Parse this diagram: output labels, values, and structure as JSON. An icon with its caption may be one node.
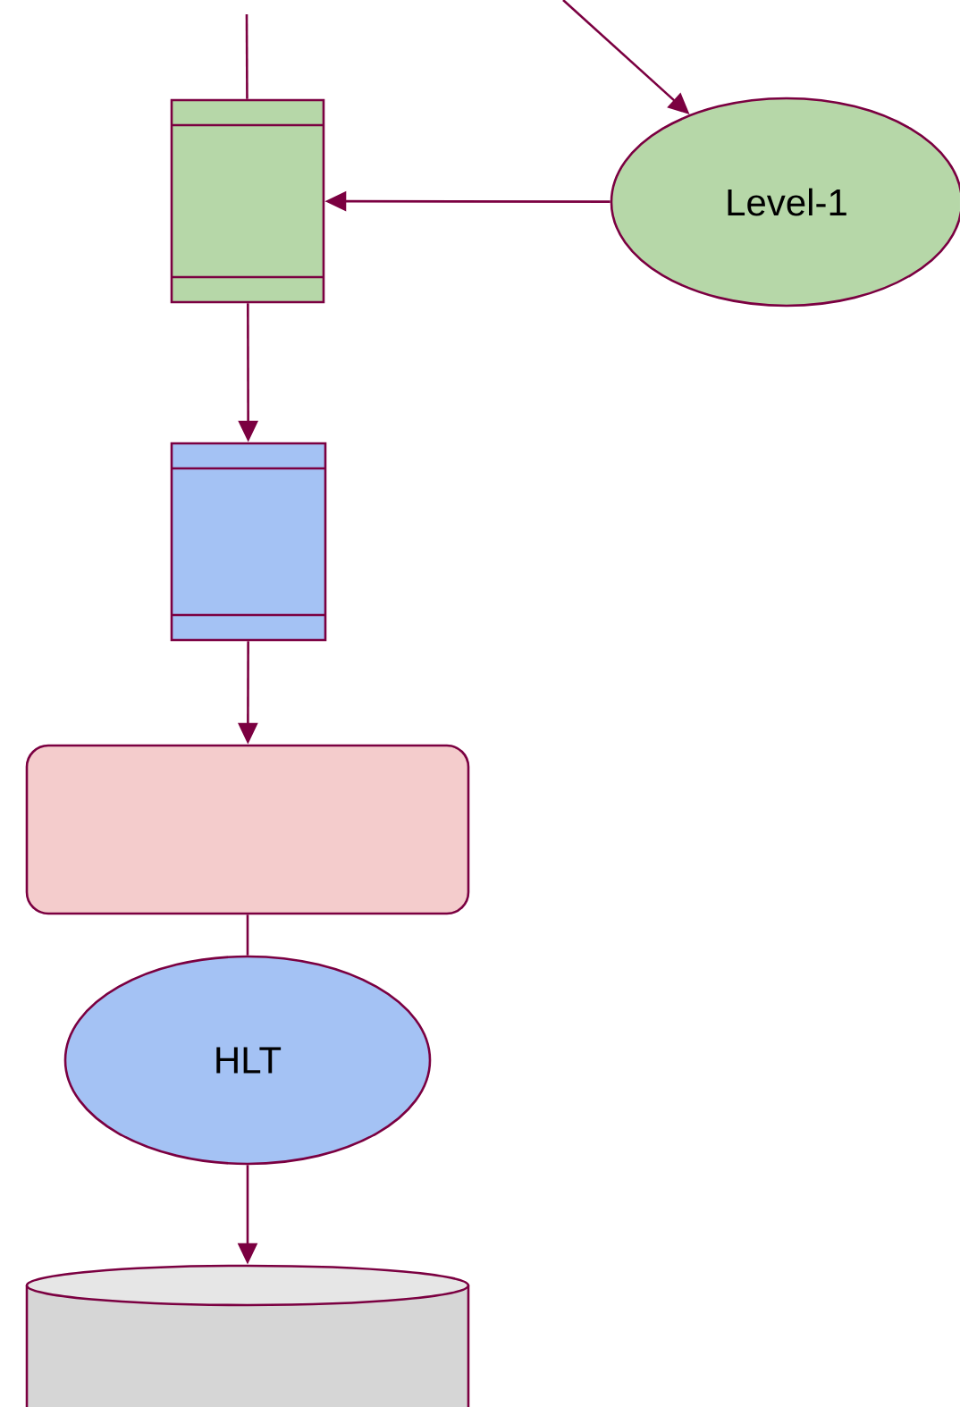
{
  "diagram": {
    "nodes": [
      {
        "text": [],
        "shape": "box"
      },
      {
        "text": [
          "Level-1"
        ]
      },
      {
        "text": [],
        "shape": "box"
      },
      {
        "text": [],
        "shape": "box"
      },
      {
        "text": [
          "HLT"
        ]
      },
      {
        "text": [],
        "shape": "cylinder"
      }
    ],
    "edges": [
      {
        "from": null,
        "to": 0,
        "arrow": "none"
      },
      {
        "from": null,
        "to": 1,
        "arrow": "to"
      },
      {
        "from": 1,
        "to": 0,
        "arrow": "to"
      },
      {
        "from": 0,
        "to": 2,
        "arrow": "to"
      },
      {
        "from": 2,
        "to": 3,
        "arrow": "to"
      },
      {
        "from": 3,
        "to": 4,
        "arrow": "none"
      },
      {
        "from": 4,
        "to": 5,
        "arrow": "to"
      }
    ]
  }
}
